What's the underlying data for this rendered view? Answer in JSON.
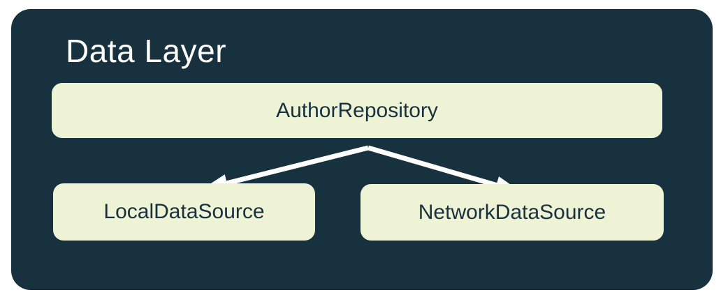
{
  "diagram": {
    "title": "Data Layer",
    "nodes": [
      {
        "id": "repository",
        "label": "AuthorRepository"
      },
      {
        "id": "local",
        "label": "LocalDataSource"
      },
      {
        "id": "network",
        "label": "NetworkDataSource"
      }
    ],
    "edges": [
      {
        "from": "AuthorRepository",
        "to": "LocalDataSource"
      },
      {
        "from": "AuthorRepository",
        "to": "NetworkDataSource"
      }
    ]
  },
  "colors": {
    "page_background": "#ffffff",
    "container_background": "#17313E",
    "node_background": "#EFF3D6",
    "node_text": "#17313E",
    "title_text": "#ffffff",
    "arrow": "#ffffff"
  }
}
